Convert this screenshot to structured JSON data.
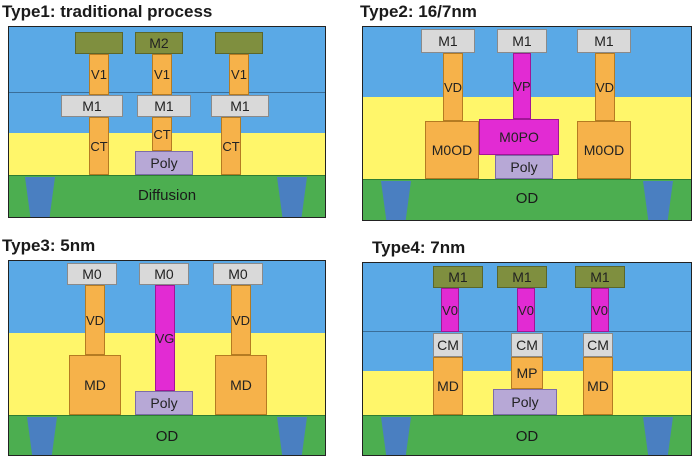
{
  "panels": [
    {
      "title": "Type1: traditional process",
      "m2_label": "M2",
      "v1_label": "V1",
      "m1_label": "M1",
      "ct_label": "CT",
      "poly_label": "Poly",
      "substrate_label": "Diffusion"
    },
    {
      "title": "Type2: 16/7nm",
      "m1_label": "M1",
      "vd_label": "VD",
      "vp_label": "VP",
      "m0od_label": "M0OD",
      "m0po_label": "M0PO",
      "poly_label": "Poly",
      "substrate_label": "OD"
    },
    {
      "title": "Type3: 5nm",
      "m0_label": "M0",
      "vd_label": "VD",
      "vg_label": "VG",
      "md_label": "MD",
      "poly_label": "Poly",
      "substrate_label": "OD"
    },
    {
      "title": "Type4: 7nm",
      "m1_label": "M1",
      "v0_label": "V0",
      "cm_label": "CM",
      "md_label": "MD",
      "mp_label": "MP",
      "poly_label": "Poly",
      "substrate_label": "OD"
    }
  ],
  "colors": {
    "dielectric_blue": "#5aa9e6",
    "dielectric_yellow": "#fff66a",
    "substrate": "#4cae50",
    "trench": "#4a7fc1",
    "metal_grey": "#d9d9d9",
    "metal_olive": "#7f8f3f",
    "via_orange": "#f6b24a",
    "gate_contact_magenta": "#e22bd3",
    "poly": "#b7a8d6"
  }
}
